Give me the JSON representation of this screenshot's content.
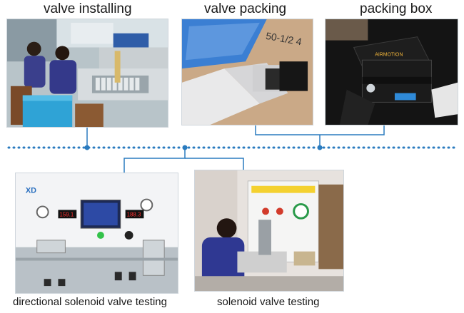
{
  "captions": {
    "valve_installing": "valve installing",
    "valve_packing": "valve packing",
    "packing_box": "packing box",
    "directional_testing": "directional solenoid valve testing",
    "solenoid_testing": "solenoid valve testing"
  },
  "photos": {
    "box_logo": "AIRMOTION",
    "panel_brand": "XD",
    "display_left": "159.1",
    "display_right": "188.3",
    "carton_mark": "50-1/2 4"
  },
  "colors": {
    "connector": "#2a7bbf",
    "dots": "#2a7bbf"
  }
}
